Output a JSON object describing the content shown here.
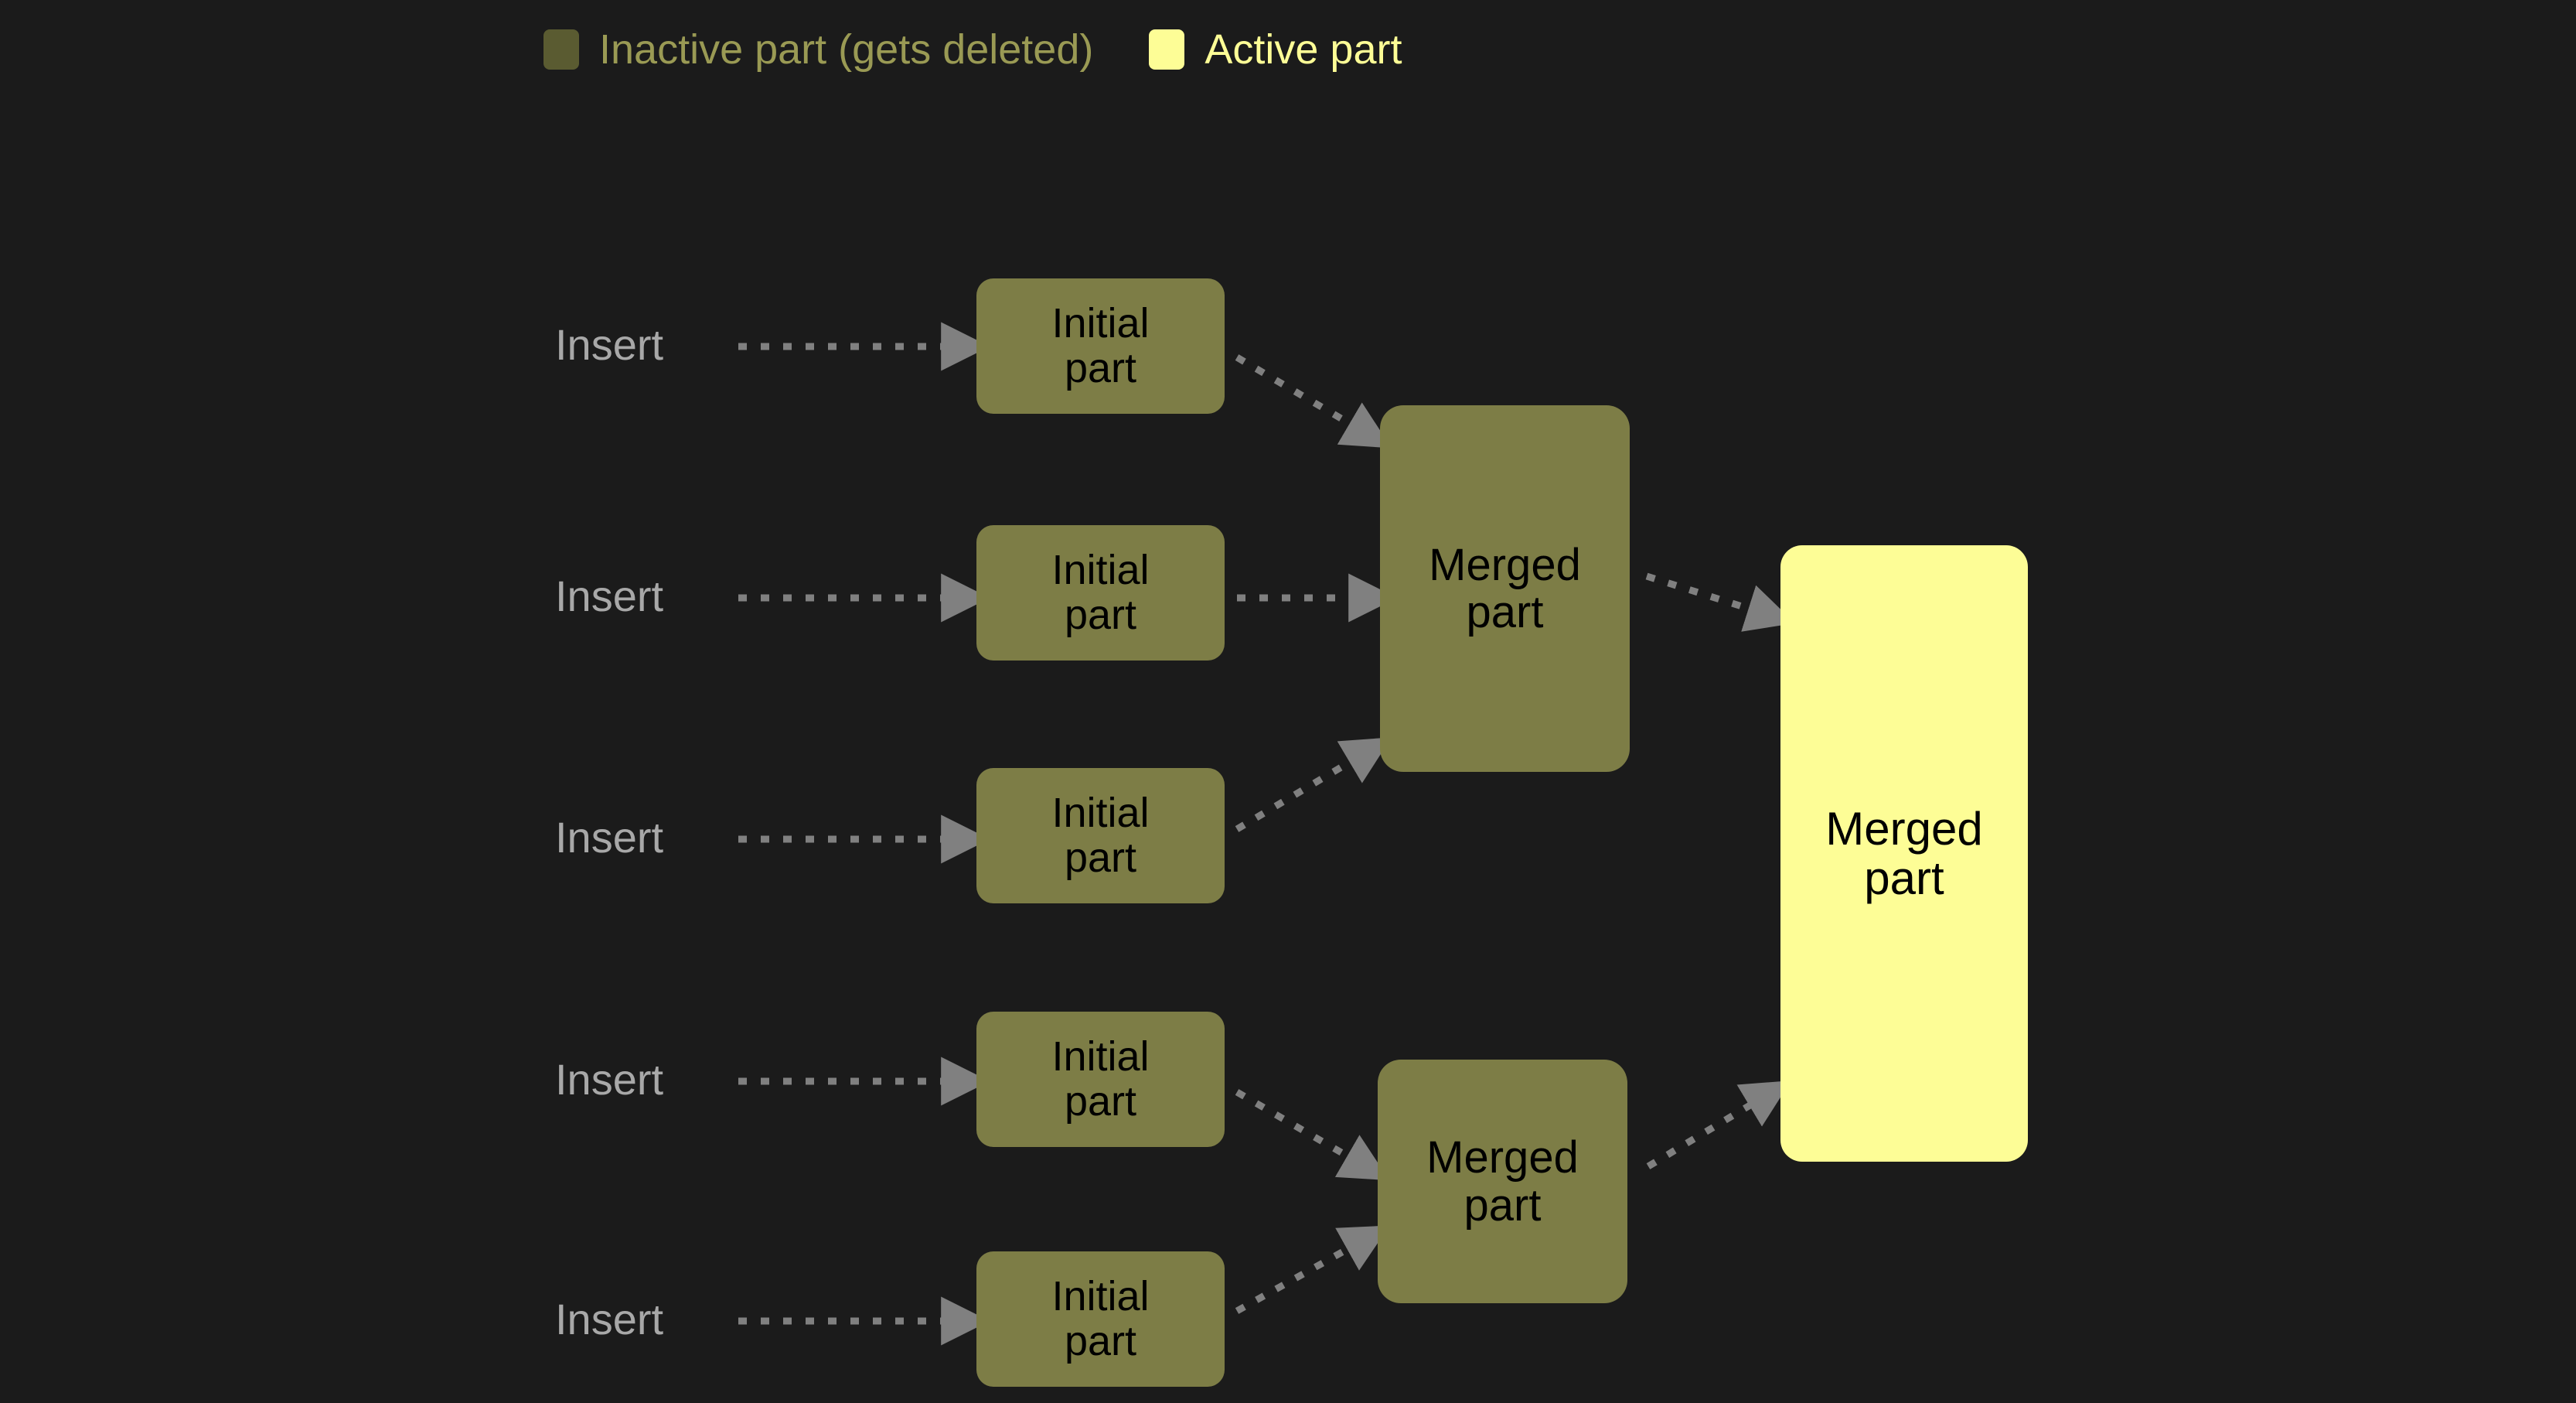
{
  "background_color": "#1b1b1b",
  "legend": {
    "entries": [
      {
        "swatch_name": "inactive-part-swatch",
        "color": "#5a5b31",
        "label": "Inactive part (gets deleted)",
        "text_color": "#9a9a54"
      },
      {
        "swatch_name": "active-part-swatch",
        "color": "#fdfd96",
        "label": "Active part",
        "text_color": "#fdfd96"
      }
    ]
  },
  "diagram": {
    "type": "flow",
    "inactive_color": "#7d7d46",
    "active_color": "#fdfd96",
    "arrow_color": "#808080",
    "node_text_color": "#000000",
    "insert_text_color": "#a8a8a8",
    "inserts": [
      {
        "label": "Insert"
      },
      {
        "label": "Insert"
      },
      {
        "label": "Insert"
      },
      {
        "label": "Insert"
      },
      {
        "label": "Insert"
      }
    ],
    "initial_parts": [
      {
        "label": "Initial\npart",
        "state": "inactive"
      },
      {
        "label": "Initial\npart",
        "state": "inactive"
      },
      {
        "label": "Initial\npart",
        "state": "inactive"
      },
      {
        "label": "Initial\npart",
        "state": "inactive"
      },
      {
        "label": "Initial\npart",
        "state": "inactive"
      }
    ],
    "merged_parts": [
      {
        "label": "Merged\npart",
        "state": "inactive"
      },
      {
        "label": "Merged\npart",
        "state": "inactive"
      }
    ],
    "final_part": {
      "label": "Merged\npart",
      "state": "active"
    },
    "edges": [
      {
        "from": "insert-1",
        "to": "initial-part-1",
        "style": "dotted"
      },
      {
        "from": "insert-2",
        "to": "initial-part-2",
        "style": "dotted"
      },
      {
        "from": "insert-3",
        "to": "initial-part-3",
        "style": "dotted"
      },
      {
        "from": "insert-4",
        "to": "initial-part-4",
        "style": "dotted"
      },
      {
        "from": "insert-5",
        "to": "initial-part-5",
        "style": "dotted"
      },
      {
        "from": "initial-part-1",
        "to": "merged-part-1",
        "style": "dotted"
      },
      {
        "from": "initial-part-2",
        "to": "merged-part-1",
        "style": "dotted"
      },
      {
        "from": "initial-part-3",
        "to": "merged-part-1",
        "style": "dotted"
      },
      {
        "from": "initial-part-4",
        "to": "merged-part-2",
        "style": "dotted"
      },
      {
        "from": "initial-part-5",
        "to": "merged-part-2",
        "style": "dotted"
      },
      {
        "from": "merged-part-1",
        "to": "final-merged-part",
        "style": "dotted"
      },
      {
        "from": "merged-part-2",
        "to": "final-merged-part",
        "style": "dotted"
      }
    ]
  }
}
